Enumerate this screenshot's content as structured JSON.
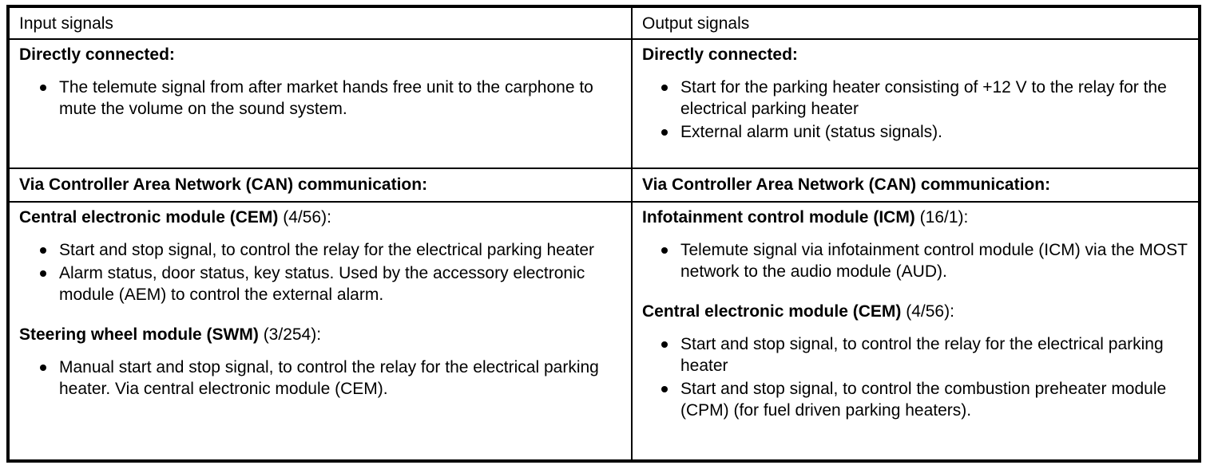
{
  "table": {
    "columns": [
      {
        "header": "Input signals"
      },
      {
        "header": "Output signals"
      }
    ],
    "rows": {
      "directly_connected": {
        "label": "Directly connected:",
        "left_items": [
          "The telemute signal from after market hands free unit to the carphone to mute the volume on the sound system."
        ],
        "right_items": [
          "Start for the parking heater consisting of +12 V to the relay for the electrical parking heater",
          "External alarm unit (status signals)."
        ]
      },
      "can_communication": {
        "left_label": "Via Controller Area Network (CAN) communication:",
        "right_label": "Via Controller Area Network (CAN) communication:"
      },
      "can_body": {
        "left": [
          {
            "module_bold": "Central electronic module (CEM)",
            "module_ref": " (4/56):",
            "items": [
              "Start and stop signal, to control the relay for the electrical parking heater",
              "Alarm status, door status, key status. Used by the accessory electronic module (AEM) to control the external alarm."
            ]
          },
          {
            "module_bold": "Steering wheel module (SWM)",
            "module_ref": " (3/254):",
            "items": [
              "Manual start and stop signal, to control the relay for the electrical parking heater. Via central electronic module (CEM)."
            ]
          }
        ],
        "right": [
          {
            "module_bold": "Infotainment control module (ICM)",
            "module_ref": " (16/1):",
            "items": [
              "Telemute signal via infotainment control module (ICM) via the MOST network to the audio module (AUD)."
            ]
          },
          {
            "module_bold": "Central electronic module (CEM)",
            "module_ref": " (4/56):",
            "items": [
              "Start and stop signal, to control the relay for the electrical parking heater",
              "Start and stop signal, to control the combustion preheater module (CPM) (for fuel driven parking heaters)."
            ]
          }
        ]
      }
    }
  },
  "colors": {
    "border": "#000000",
    "text": "#000000",
    "background": "#ffffff"
  }
}
